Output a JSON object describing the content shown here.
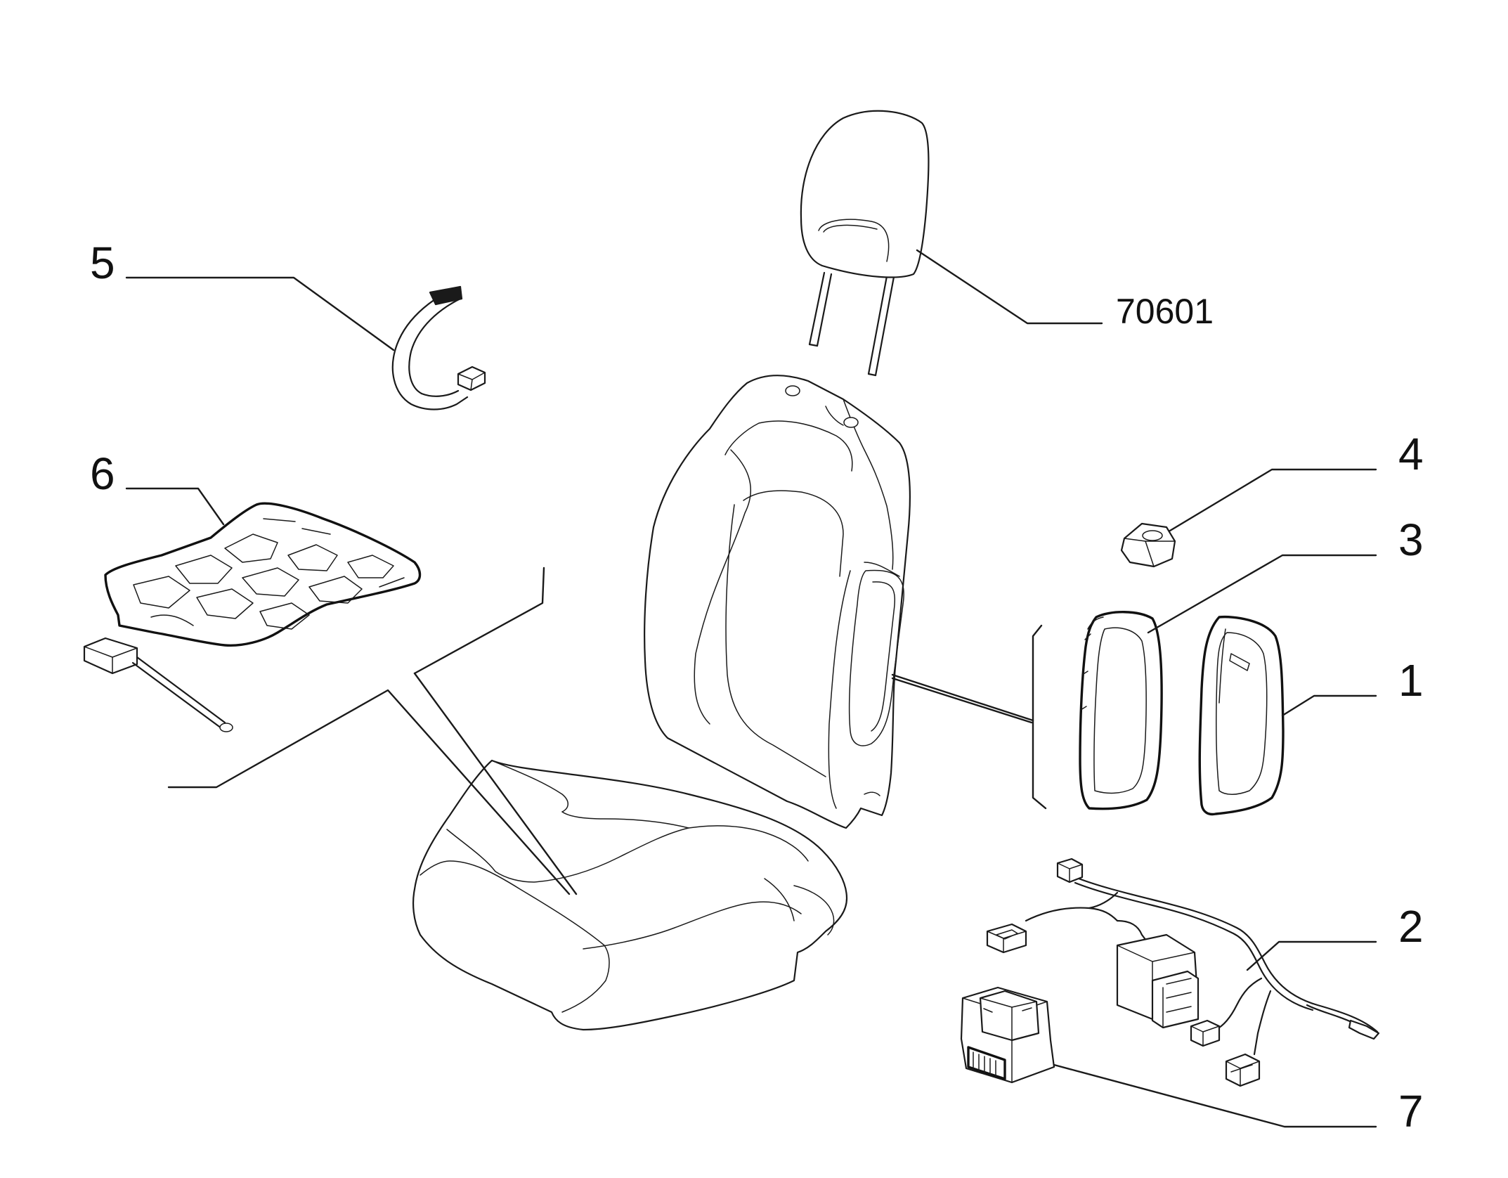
{
  "callouts": {
    "headrest_code": "70601",
    "item_1": "1",
    "item_2": "2",
    "item_3": "3",
    "item_4": "4",
    "item_5": "5",
    "item_6": "6",
    "item_7": "7"
  }
}
